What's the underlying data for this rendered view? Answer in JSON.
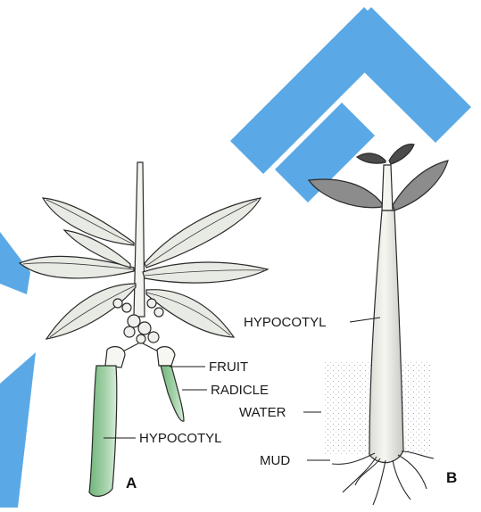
{
  "diagram": {
    "panel_a": {
      "letter": "A",
      "labels": {
        "fruit": "FRUIT",
        "radicle": "RADICLE",
        "hypocotyl": "HYPOCOTYL"
      }
    },
    "panel_b": {
      "letter": "B",
      "labels": {
        "hypocotyl": "HYPOCOTYL",
        "water": "WATER",
        "mud": "MUD"
      }
    },
    "watermark": {
      "color": "#5aa9e6"
    },
    "colors": {
      "ink": "#1a1a1a",
      "leaf_fill": "#e6e8e2",
      "hypocotyl_green": "#8fc79a",
      "water_dots": "#9a9a9a"
    }
  }
}
